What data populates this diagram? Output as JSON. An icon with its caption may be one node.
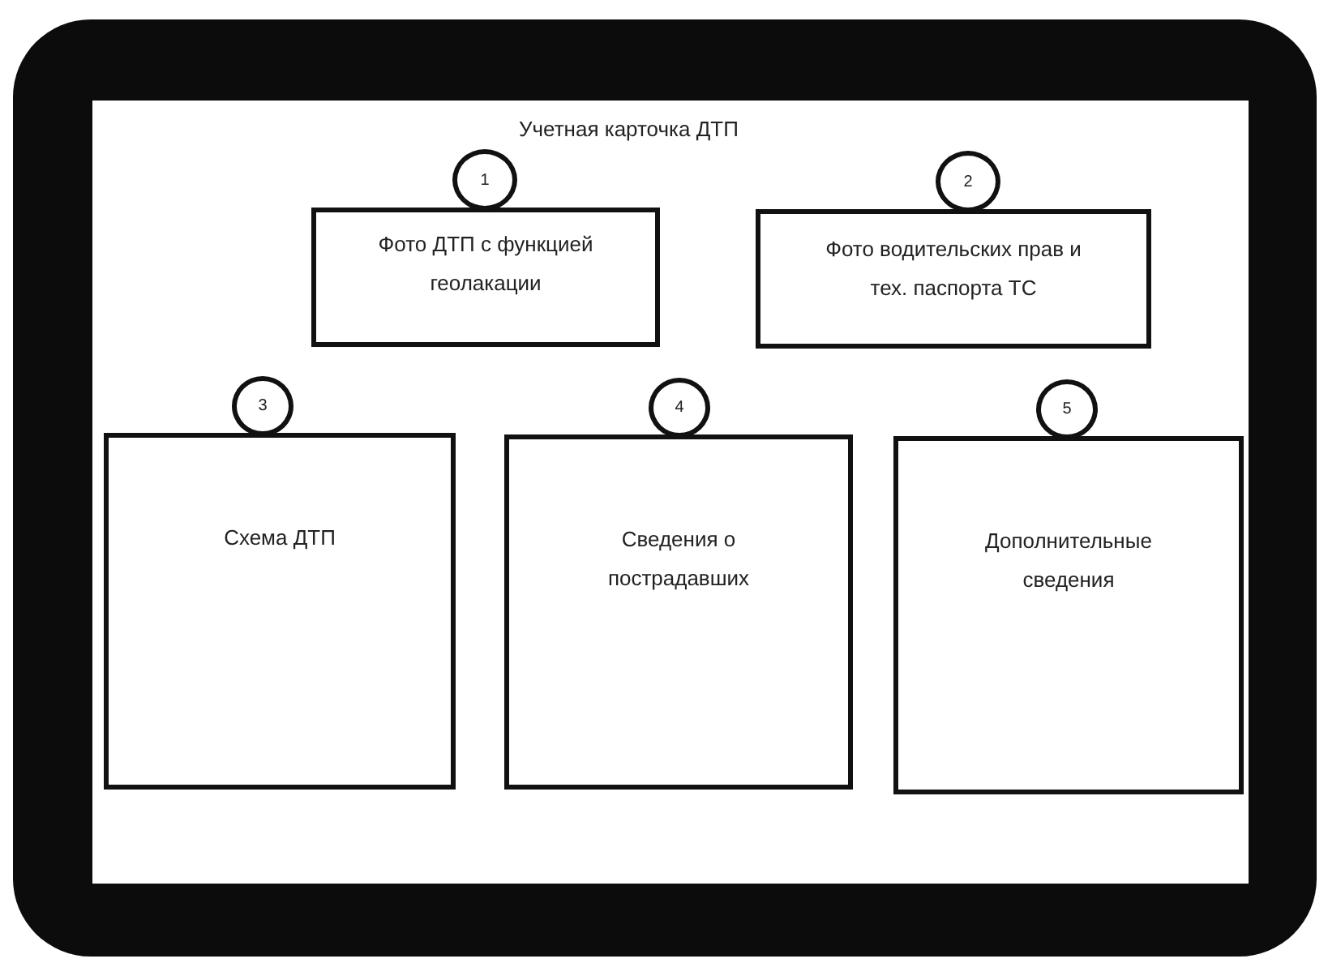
{
  "diagram": {
    "title": "Учетная карточка ДТП",
    "nodes": [
      {
        "text": [
          "1"
        ]
      },
      {
        "text": [
          "Фото ДТП с функцией геолакации"
        ]
      },
      {
        "text": [
          "2"
        ]
      },
      {
        "text": [
          "Фото водительских прав и тех. паспорта ТС"
        ]
      },
      {
        "text": [
          "3"
        ]
      },
      {
        "text": [
          "Схема ДТП"
        ]
      },
      {
        "text": [
          "4"
        ]
      },
      {
        "text": [
          "Сведения о пострадавших"
        ]
      },
      {
        "text": [
          "5"
        ]
      },
      {
        "text": [
          "Дополнительные сведения"
        ]
      }
    ]
  }
}
